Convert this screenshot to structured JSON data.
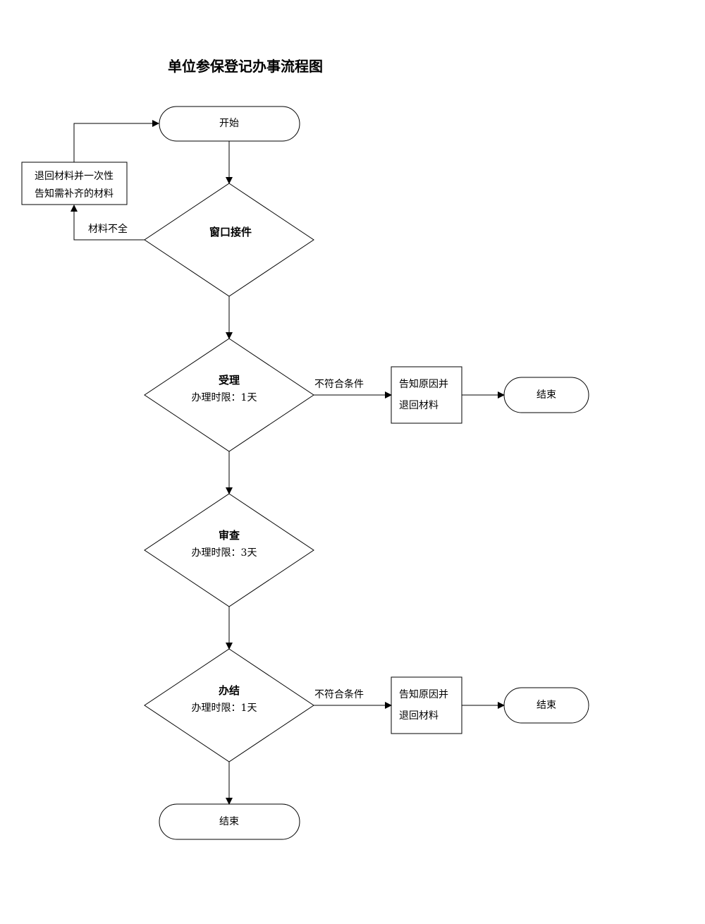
{
  "title": "单位参保登记办事流程图",
  "nodes": {
    "start": {
      "label": "开始"
    },
    "return_materials": {
      "line1": "退回材料并一次性",
      "line2": "告知需补齐的材料"
    },
    "window_receive": {
      "label": "窗口接件"
    },
    "accept": {
      "label": "受理",
      "time": "办理时限：1天"
    },
    "notify1": {
      "line1": "告知原因并",
      "line2": "退回材料"
    },
    "end1": {
      "label": "结束"
    },
    "review": {
      "label": "审查",
      "time": "办理时限：3天"
    },
    "complete": {
      "label": "办结",
      "time": "办理时限：1天"
    },
    "notify2": {
      "line1": "告知原因并",
      "line2": "退回材料"
    },
    "end2": {
      "label": "结束"
    },
    "end_final": {
      "label": "结束"
    }
  },
  "edges": {
    "incomplete": "材料不全",
    "reject1": "不符合条件",
    "reject2": "不符合条件"
  }
}
